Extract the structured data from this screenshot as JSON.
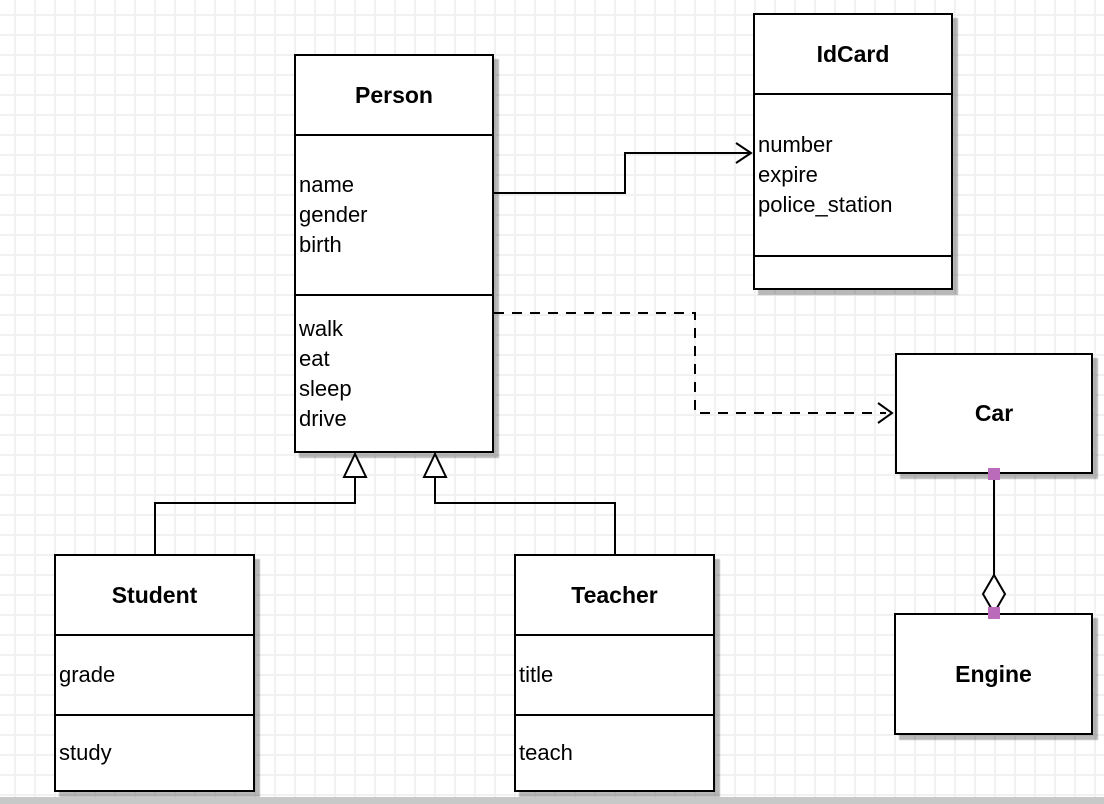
{
  "diagram": {
    "type": "uml-class-diagram",
    "classes": [
      {
        "title": "Person",
        "attributes": [
          "name",
          "gender",
          "birth"
        ],
        "methods": [
          "walk",
          "eat",
          "sleep",
          "drive"
        ]
      },
      {
        "title": "IdCard",
        "attributes": [
          "number",
          "expire",
          "police_station"
        ],
        "methods": []
      },
      {
        "title": "Car",
        "attributes": [],
        "methods": []
      },
      {
        "title": "Engine",
        "attributes": [],
        "methods": []
      },
      {
        "title": "Student",
        "attributes": [
          "grade"
        ],
        "methods": [
          "study"
        ]
      },
      {
        "title": "Teacher",
        "attributes": [
          "title"
        ],
        "methods": [
          "teach"
        ]
      }
    ],
    "relationships": [
      {
        "from": "Person",
        "to": "IdCard",
        "type": "association",
        "style": "solid-open-arrow"
      },
      {
        "from": "Person",
        "to": "Car",
        "type": "dependency",
        "style": "dashed-open-arrow"
      },
      {
        "from": "Student",
        "to": "Person",
        "type": "generalization",
        "style": "solid-hollow-triangle"
      },
      {
        "from": "Teacher",
        "to": "Person",
        "type": "generalization",
        "style": "solid-hollow-triangle"
      },
      {
        "from": "Car",
        "to": "Engine",
        "type": "aggregation",
        "style": "solid-hollow-diamond"
      }
    ],
    "colors": {
      "endpoint_marker": "#ba6bba",
      "box_fill": "#ffffff",
      "line": "#000000",
      "grid_line": "#f1f1f1",
      "page_edge": "#c7c9c8"
    }
  }
}
